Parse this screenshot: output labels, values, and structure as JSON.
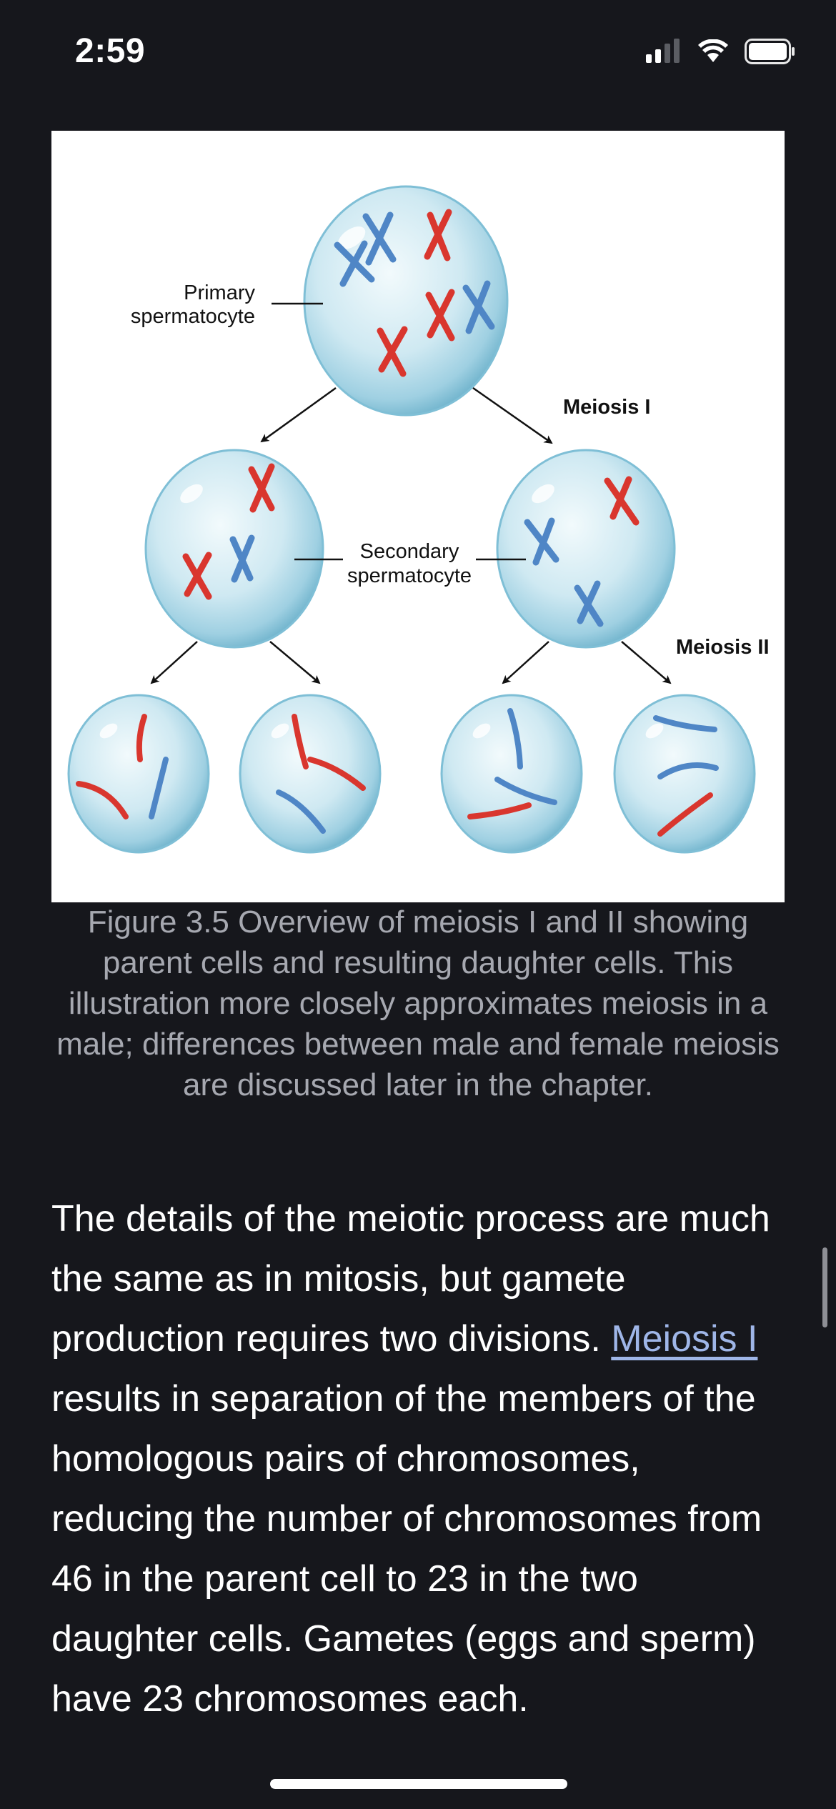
{
  "status_bar": {
    "time": "2:59"
  },
  "figure": {
    "labels": {
      "primary": [
        "Primary",
        "spermatocyte"
      ],
      "secondary": [
        "Secondary",
        "spermatocyte"
      ],
      "meiosis_1": "Meiosis I",
      "meiosis_2": "Meiosis II"
    },
    "colors": {
      "cell": "#8fc9dc",
      "chromosome_red": "#d9362e",
      "chromosome_blue": "#4f86c6"
    }
  },
  "caption": "Figure 3.5 Overview of meiosis I and II showing parent cells and resulting daughter cells. This illustration more closely approximates meiosis in a male; differences between male and female meiosis are discussed later in the chapter.",
  "body": {
    "text_before": "The details of the meiotic process are much the same as in mitosis, but gamete production requires two divisions. ",
    "link": "Meiosis I",
    "text_after": " results in separation of the members of the homologous pairs of chromosomes, reducing the number of chromosomes from 46 in the parent cell to 23 in the two daughter cells. Gametes (eggs and sperm) have 23 chromosomes each."
  }
}
